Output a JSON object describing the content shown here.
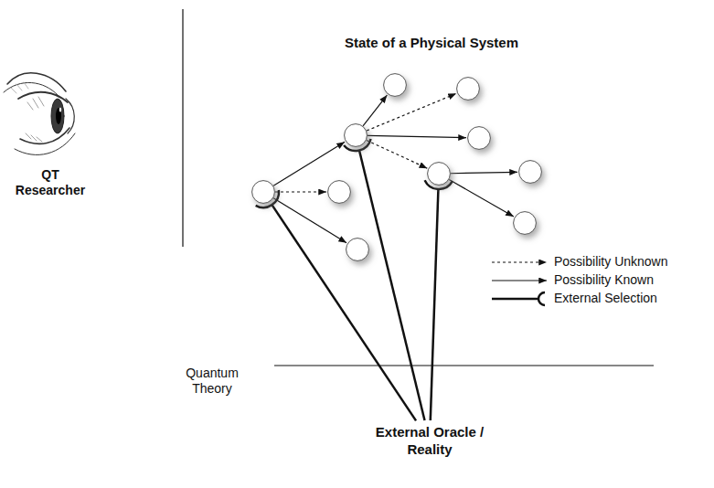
{
  "diagram": {
    "title": "State of a Physical System",
    "nodes": [
      {
        "text": []
      },
      {
        "text": []
      },
      {
        "text": []
      },
      {
        "text": []
      },
      {
        "text": []
      },
      {
        "text": []
      },
      {
        "text": []
      },
      {
        "text": []
      },
      {
        "text": []
      },
      {
        "text": []
      },
      {
        "text": [
          "External Oracle / Reality"
        ]
      }
    ],
    "edges": [
      {
        "from": 0,
        "to": 1,
        "arrow": "to"
      },
      {
        "from": 0,
        "to": 2,
        "arrow": "to"
      },
      {
        "from": 0,
        "to": 3,
        "arrow": "to"
      },
      {
        "from": 3,
        "to": 4,
        "arrow": "to"
      },
      {
        "from": 3,
        "to": 5,
        "arrow": "to"
      },
      {
        "from": 3,
        "to": 6,
        "arrow": "to"
      },
      {
        "from": 3,
        "to": 7,
        "arrow": "to"
      },
      {
        "from": 7,
        "to": 8,
        "arrow": "to"
      },
      {
        "from": 7,
        "to": 9,
        "arrow": "to"
      },
      {
        "from": 10,
        "to": 0,
        "arrow": "none"
      },
      {
        "from": 10,
        "to": 3,
        "arrow": "none"
      },
      {
        "from": 10,
        "to": 7,
        "arrow": "none"
      }
    ],
    "labels": [
      "QT Researcher",
      "Quantum Theory"
    ],
    "legend": [
      {
        "text": "Possibility Unknown"
      },
      {
        "text": "Possibility Known"
      },
      {
        "text": "External Selection"
      }
    ]
  }
}
